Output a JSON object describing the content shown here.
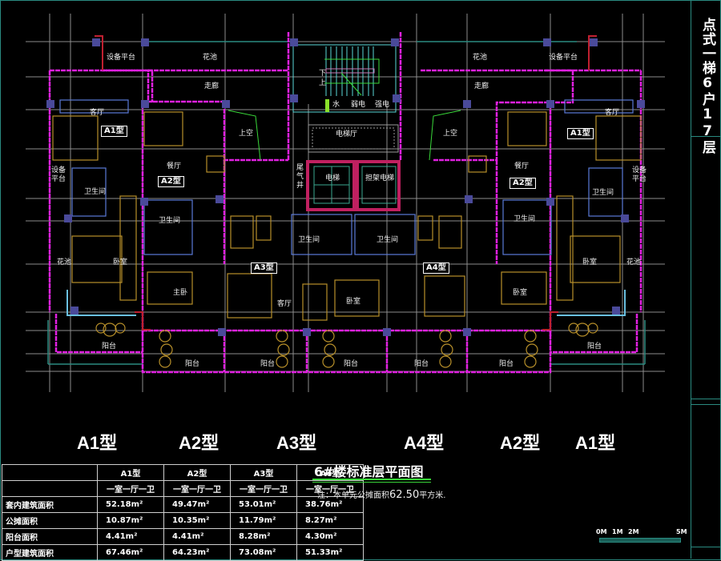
{
  "sheet": {
    "title": "6#楼标准层平面图",
    "note": "注：本单元公摊面积",
    "note_value": "62.50",
    "note_unit": "平方米.",
    "vertical_title": "点式一梯6户17层"
  },
  "unit_type_labels": [
    "A1型",
    "A2型",
    "A3型",
    "A4型",
    "A2型",
    "A1型"
  ],
  "plan_tags": [
    "A1型",
    "A2型",
    "A3型",
    "A4型",
    "A2型",
    "A1型"
  ],
  "rooms": {
    "flower_bed": "花池",
    "corridor": "走廊",
    "equipment_platform": "设备平台",
    "equipment_platform_short_1": "设备",
    "equipment_platform_short_2": "平台",
    "living_room": "客厅",
    "dining_room": "餐厅",
    "void": "上空",
    "bathroom": "卫生间",
    "bedroom": "卧室",
    "master_bedroom": "主卧",
    "balcony": "阳台",
    "elevator_hall": "电梯厅",
    "elevator": "电梯",
    "stretcher_elevator": "担架电梯",
    "exhaust_shaft_1": "尾",
    "exhaust_shaft_2": "气",
    "exhaust_shaft_3": "井",
    "stair_down": "下",
    "stair_up": "上",
    "water": "水",
    "weak_current": "弱电",
    "strong_current": "强电"
  },
  "area_table": {
    "headers": [
      "",
      "A1型",
      "A2型",
      "A3型",
      "A4型"
    ],
    "room_types": [
      "一室一厅一卫",
      "一室一厅一卫",
      "一室一厅一卫",
      "一室一厅一卫"
    ],
    "rows": [
      {
        "label": "套内建筑面积",
        "values": [
          "52.18m²",
          "49.47m²",
          "53.01m²",
          "38.76m²"
        ]
      },
      {
        "label": "公摊面积",
        "values": [
          "10.87m²",
          "10.35m²",
          "11.79m²",
          "8.27m²"
        ]
      },
      {
        "label": "阳台面积",
        "values": [
          "4.41m²",
          "4.41m²",
          "8.28m²",
          "4.30m²"
        ]
      },
      {
        "label": "户型建筑面积",
        "values": [
          "67.46m²",
          "64.23m²",
          "73.08m²",
          "51.33m²"
        ]
      }
    ]
  },
  "scale_bar": {
    "ticks": [
      "0M",
      "1M",
      "2M",
      "5M"
    ]
  },
  "colors": {
    "background": "#000000",
    "wall_outline": "#e020e0",
    "column": "#4a4a9a",
    "furniture": "#b8902a",
    "fixture": "#5a7ad8",
    "grid": "#cfcfcf",
    "frame": "#2a8a80",
    "stair": "#5ad8d8",
    "green_line": "#3ad93a",
    "red_wall": "#c02030",
    "title_underline": "#3ad93a"
  }
}
